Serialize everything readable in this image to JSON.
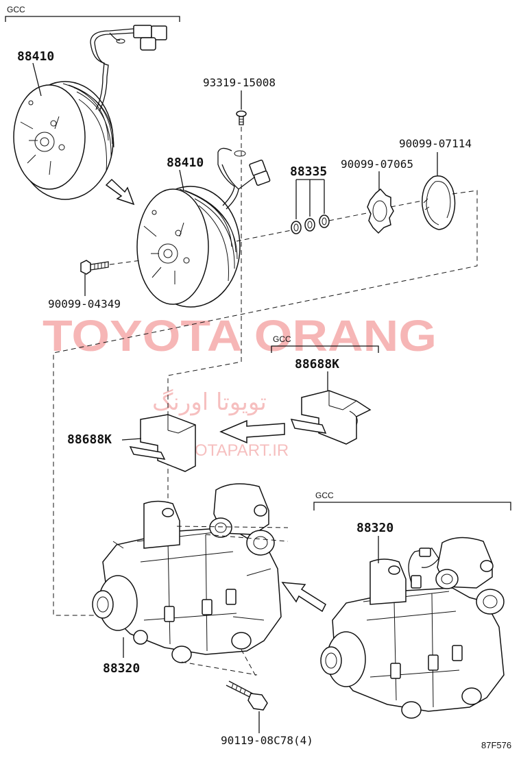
{
  "watermark": {
    "brand": "TOYOTA ORANG",
    "brand_fa": "تویوتا اورنگ",
    "site": "TOYOTAPART.IR"
  },
  "groups": {
    "gcc_top": "GCC",
    "gcc_clip": "GCC",
    "gcc_compressor": "GCC"
  },
  "parts": {
    "clutch_gcc": "88410",
    "clutch": "88410",
    "screw": "93319-15008",
    "shims": "88335",
    "snap_ring_1": "90099-07065",
    "snap_ring_2": "90099-07114",
    "bolt_clutch": "90099-04349",
    "clip_gcc": "88688K",
    "clip": "88688K",
    "compressor": "88320",
    "compressor_gcc": "88320",
    "bolt_compressor": "90119-08C78(4)"
  },
  "diagram_code": "87F576"
}
